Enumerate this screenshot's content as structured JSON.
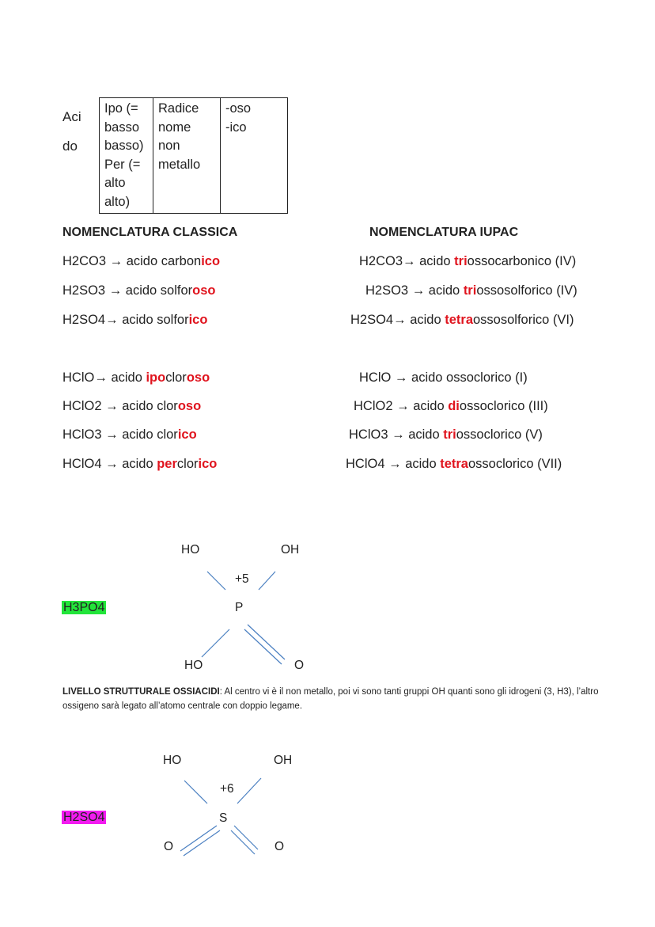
{
  "side_label": {
    "line1": "Aci",
    "line2": "do"
  },
  "rules_table": {
    "col1": [
      "Ipo (=",
      "basso",
      "basso)",
      "Per (=",
      "alto",
      "alto)"
    ],
    "col2": [
      "Radice",
      "nome",
      "non",
      "metallo"
    ],
    "col3": [
      "-oso",
      "-ico"
    ]
  },
  "headers": {
    "classic": "NOMENCLATURA CLASSICA",
    "iupac": "NOMENCLATURA IUPAC"
  },
  "classic": [
    {
      "formula": "H2CO3",
      "arrow": " → ",
      "pre": "acido carbon",
      "hl": "ico",
      "post": ""
    },
    {
      "formula": "H2SO3",
      "arrow": " → ",
      "pre": "acido solfor",
      "hl": "oso",
      "post": ""
    },
    {
      "formula": "H2SO4",
      "arrow": "→ ",
      "pre": "acido solfor",
      "hl": "ico",
      "post": ""
    },
    {
      "formula": "HClO",
      "arrow": "→ ",
      "pre": "acido ",
      "hl": "ipo",
      "mid": "clor",
      "hl2": "oso",
      "post": ""
    },
    {
      "formula": "HClO2",
      "arrow": " → ",
      "pre": "acido clor",
      "hl": "oso",
      "post": ""
    },
    {
      "formula": "HClO3",
      "arrow": " → ",
      "pre": "acido clor",
      "hl": "ico",
      "post": ""
    },
    {
      "formula": "HClO4",
      "arrow": " → ",
      "pre": "acido ",
      "hl": "per",
      "mid": "clor",
      "hl2": "ico",
      "post": ""
    }
  ],
  "iupac": [
    {
      "formula": "H2CO3",
      "arrow": "→ ",
      "pre": "acido ",
      "hl": "tri",
      "post": "ossocarbonico (IV)"
    },
    {
      "formula": "H2SO3",
      "arrow": " → ",
      "pre": "acido ",
      "hl": "tri",
      "post": "ossosolforico (IV)"
    },
    {
      "formula": "H2SO4",
      "arrow": "→ ",
      "pre": "acido ",
      "hl": "tetra",
      "post": "ossosolforico (VI)"
    },
    {
      "formula": "HClO",
      "arrow": " → ",
      "pre": "acido ossoclorico (I)",
      "hl": "",
      "post": ""
    },
    {
      "formula": "HClO2",
      "arrow": " → ",
      "pre": "acido ",
      "hl": "di",
      "post": "ossoclorico (III)"
    },
    {
      "formula": "HClO3",
      "arrow": " → ",
      "pre": "acido ",
      "hl": "tri",
      "post": "ossoclorico (V)"
    },
    {
      "formula": "HClO4",
      "arrow": " → ",
      "pre": "acido ",
      "hl": "tetra",
      "post": "ossoclorico (VII)"
    }
  ],
  "h3po4": {
    "label": "H3PO4",
    "ho_top": "HO",
    "oh_top": "OH",
    "ox": "+5",
    "center": "P",
    "ho_bottom": "HO",
    "o": "O"
  },
  "note": {
    "bold": "LIVELLO STRUTTURALE OSSIACIDI",
    "text": ": Al centro vi è il non metallo, poi vi sono tanti gruppi OH quanti sono gli idrogeni (3, H3), l’altro ossigeno sarà legato all’atomo centrale con doppio legame."
  },
  "h2so4": {
    "label": "H2SO4",
    "ho_top": "HO",
    "oh_top": "OH",
    "ox": "+6",
    "center": "S",
    "o_left": "O",
    "o_right": "O"
  },
  "colors": {
    "red": "#e0141e",
    "bond": "#4a7fc1",
    "green": "#22e53a",
    "magenta": "#f21bf0"
  }
}
